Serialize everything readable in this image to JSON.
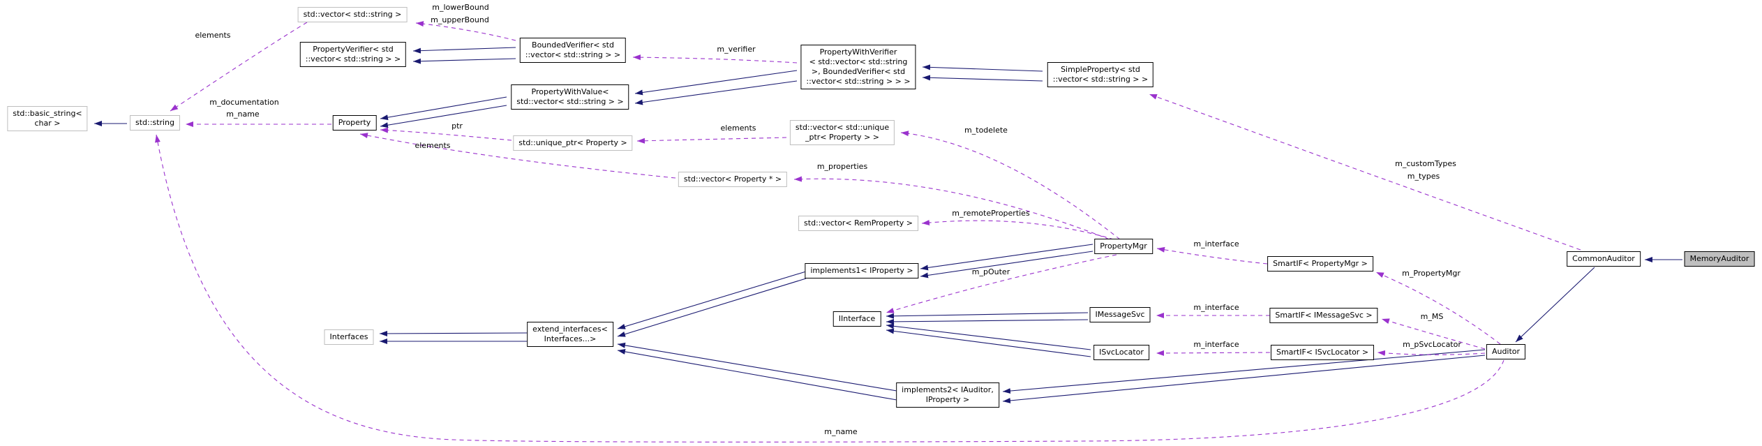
{
  "diagram": {
    "type": "doxygen-collaboration-graph",
    "colors": {
      "background": "#ffffff",
      "inheritance_edge": "#191970",
      "usage_edge": "#9a32cd",
      "linked_node_border": "#000000",
      "plain_node_border": "#bebebe",
      "current_node_fill": "#bfbfbf"
    },
    "nodes": {
      "basic_string": {
        "l1": "std::basic_string<",
        "l2": "char >"
      },
      "std_string": {
        "l1": "std::string"
      },
      "vector_string": {
        "l1": "std::vector< std::string >"
      },
      "property_verifier": {
        "l1": "PropertyVerifier< std",
        "l2": "::vector< std::string > >"
      },
      "bounded_verifier": {
        "l1": "BoundedVerifier< std",
        "l2": "::vector< std::string > >"
      },
      "property_with_value": {
        "l1": "PropertyWithValue<",
        "l2": "std::vector< std::string > >"
      },
      "property": {
        "l1": "Property"
      },
      "unique_ptr_property": {
        "l1": "std::unique_ptr< Property >"
      },
      "property_with_verifier": {
        "l1": "PropertyWithVerifier",
        "l2": "< std::vector< std::string",
        "l3": ">, BoundedVerifier< std",
        "l4": "::vector< std::string > > >"
      },
      "vector_unique_ptr": {
        "l1": "std::vector< std::unique",
        "l2": "_ptr< Property > >"
      },
      "simple_property": {
        "l1": "SimpleProperty< std",
        "l2": "::vector< std::string > >"
      },
      "vector_property_ptr": {
        "l1": "std::vector< Property * >"
      },
      "vector_rem_property": {
        "l1": "std::vector< RemProperty >"
      },
      "implements1": {
        "l1": "implements1< IProperty >"
      },
      "iinterface": {
        "l1": "IInterface"
      },
      "property_mgr": {
        "l1": "PropertyMgr"
      },
      "smartif_property_mgr": {
        "l1": "SmartIF< PropertyMgr >"
      },
      "imessage_svc": {
        "l1": "IMessageSvc"
      },
      "smartif_imessage_svc": {
        "l1": "SmartIF< IMessageSvc >"
      },
      "isvc_locator": {
        "l1": "ISvcLocator"
      },
      "smartif_isvc_locator": {
        "l1": "SmartIF< ISvcLocator >"
      },
      "interfaces": {
        "l1": "Interfaces"
      },
      "extend_interfaces": {
        "l1": "extend_interfaces<",
        "l2": "Interfaces...>"
      },
      "implements2": {
        "l1": "implements2< IAuditor,",
        "l2": "IProperty >"
      },
      "auditor": {
        "l1": "Auditor"
      },
      "common_auditor": {
        "l1": "CommonAuditor"
      },
      "memory_auditor": {
        "l1": "MemoryAuditor"
      }
    },
    "edge_labels": {
      "elements_top": "elements",
      "elements_mid": "elements",
      "elements_low": "elements",
      "m_lowerBound": "m_lowerBound",
      "m_upperBound": "m_upperBound",
      "m_verifier": "m_verifier",
      "m_documentation": "m_documentation",
      "m_name_string": "m_name",
      "ptr": "ptr",
      "m_todelete": "m_todelete",
      "m_customTypes": "m_customTypes",
      "m_types": "m_types",
      "m_properties": "m_properties",
      "m_remoteProperties": "m_remoteProperties",
      "m_pOuter": "m_pOuter",
      "m_interface_pm": "m_interface",
      "m_interface_ms": "m_interface",
      "m_interface_svc": "m_interface",
      "m_PropertyMgr": "m_PropertyMgr",
      "m_MS": "m_MS",
      "m_pSvcLocator": "m_pSvcLocator",
      "m_name_auditor": "m_name"
    }
  }
}
